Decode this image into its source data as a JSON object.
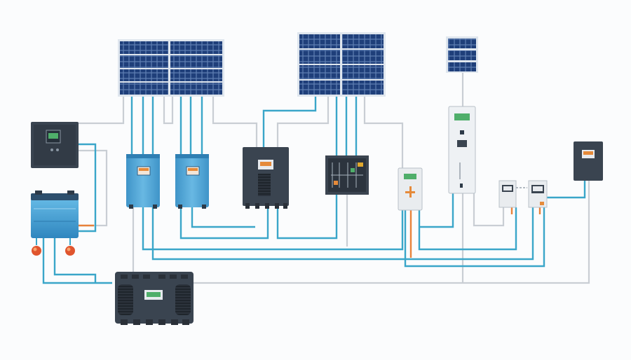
{
  "diagram": {
    "kind": "solar-power-system-schematic",
    "colors": {
      "background": "#fbfcfd",
      "panel_cell": "#1f3f7a",
      "panel_frame": "#dfe6ee",
      "dc_wire": "#3aa6c9",
      "ac_wire": "#c9ced4",
      "positive_wire": "#e8823a",
      "enclosure_dark": "#3a4450",
      "enclosure_light": "#eef1f4",
      "battery_blue": "#4aa7d8",
      "display_green": "#4fae6a",
      "display_orange": "#e58a3a",
      "fuse_red": "#e0552e"
    },
    "components": [
      {
        "id": "solar-array-left",
        "icon": "solar-panel-array-icon"
      },
      {
        "id": "solar-array-center",
        "icon": "solar-panel-array-icon"
      },
      {
        "id": "solar-array-small",
        "icon": "solar-panel-icon"
      },
      {
        "id": "monitor-controller",
        "icon": "monitor-controller-icon"
      },
      {
        "id": "battery-bank",
        "icon": "battery-icon"
      },
      {
        "id": "charge-controller-1",
        "icon": "charge-controller-icon"
      },
      {
        "id": "charge-controller-2",
        "icon": "charge-controller-icon"
      },
      {
        "id": "inverter",
        "icon": "inverter-icon"
      },
      {
        "id": "combiner-box",
        "icon": "combiner-box-icon"
      },
      {
        "id": "dc-disconnect",
        "icon": "disconnect-switch-icon"
      },
      {
        "id": "main-distribution-panel",
        "icon": "distribution-panel-icon"
      },
      {
        "id": "energy-meter-1",
        "icon": "energy-meter-icon"
      },
      {
        "id": "energy-meter-2",
        "icon": "energy-meter-icon"
      },
      {
        "id": "remote-monitor",
        "icon": "remote-monitor-icon"
      },
      {
        "id": "hybrid-inverter",
        "icon": "hybrid-inverter-icon"
      },
      {
        "id": "fuse-1",
        "icon": "fuse-icon"
      },
      {
        "id": "fuse-2",
        "icon": "fuse-icon"
      }
    ]
  }
}
